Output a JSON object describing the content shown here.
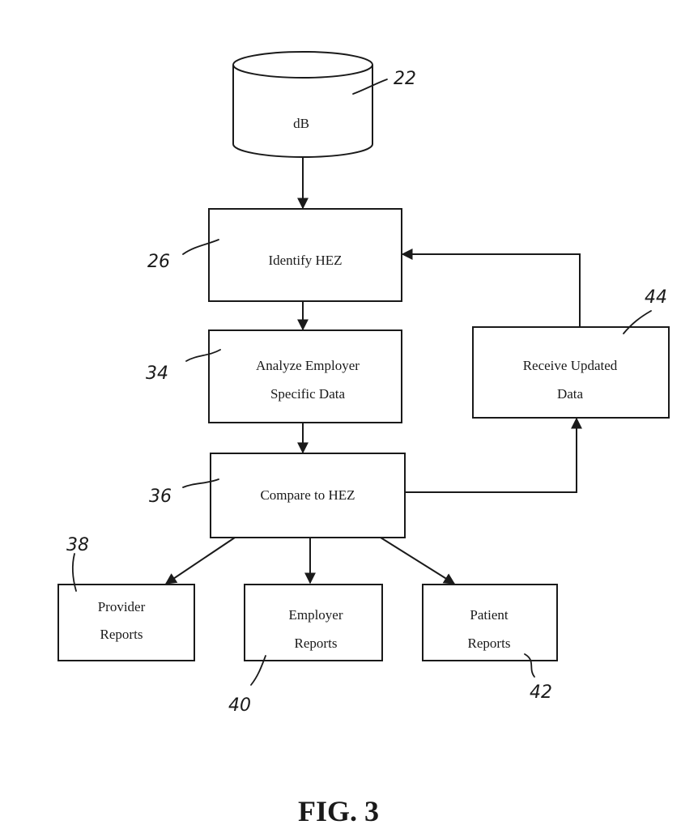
{
  "figure": {
    "caption": "FIG. 3",
    "database": {
      "label": "dB",
      "ref": "22"
    },
    "identify": {
      "label": "Identify HEZ",
      "ref": "26"
    },
    "analyze": {
      "label_line1": "Analyze Employer",
      "label_line2": "Specific Data",
      "ref": "34"
    },
    "compare": {
      "label": "Compare to HEZ",
      "ref": "36"
    },
    "receive": {
      "label_line1": "Receive Updated",
      "label_line2": "Data",
      "ref": "44"
    },
    "provider": {
      "label_line1": "Provider",
      "label_line2": "Reports",
      "ref": "38"
    },
    "employer": {
      "label_line1": "Employer",
      "label_line2": "Reports",
      "ref": "40"
    },
    "patient": {
      "label_line1": "Patient",
      "label_line2": "Reports",
      "ref": "42"
    }
  }
}
